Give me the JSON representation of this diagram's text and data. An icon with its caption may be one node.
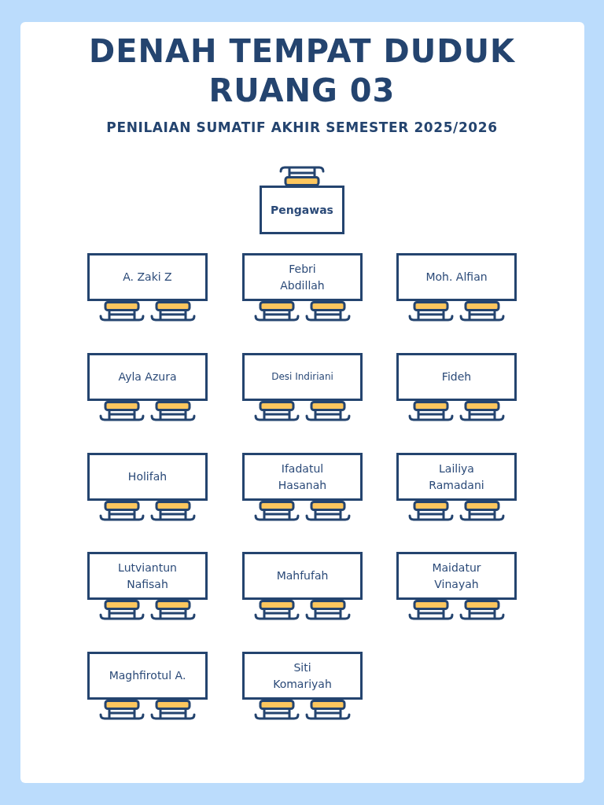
{
  "diagram": {
    "title": "DENAH TEMPAT DUDUK RUANG 03",
    "nodes": [
      {
        "text": [
          "Pengawas"
        ]
      },
      {
        "text": [
          "A. Zaki Z"
        ]
      },
      {
        "text": [
          "Febri Abdillah"
        ]
      },
      {
        "text": [
          "Moh. Alfian"
        ]
      },
      {
        "text": [
          "Ayla Azura"
        ]
      },
      {
        "text": [
          "Desi Indiriani"
        ]
      },
      {
        "text": [
          "Fideh"
        ]
      },
      {
        "text": [
          "Holifah"
        ]
      },
      {
        "text": [
          "Ifadatul Hasanah"
        ]
      },
      {
        "text": [
          "Lailiya Ramadani"
        ]
      },
      {
        "text": [
          "Lutviantun Nafisah"
        ]
      },
      {
        "text": [
          "Mahfufah"
        ]
      },
      {
        "text": [
          "Maidatur Vinayah"
        ]
      },
      {
        "text": [
          "Maghfirotul A."
        ]
      },
      {
        "text": [
          "Siti Komariyah"
        ]
      }
    ],
    "labels": [
      "PENILAIAN SUMATIF AKHIR SEMESTER 2025/2026"
    ]
  }
}
